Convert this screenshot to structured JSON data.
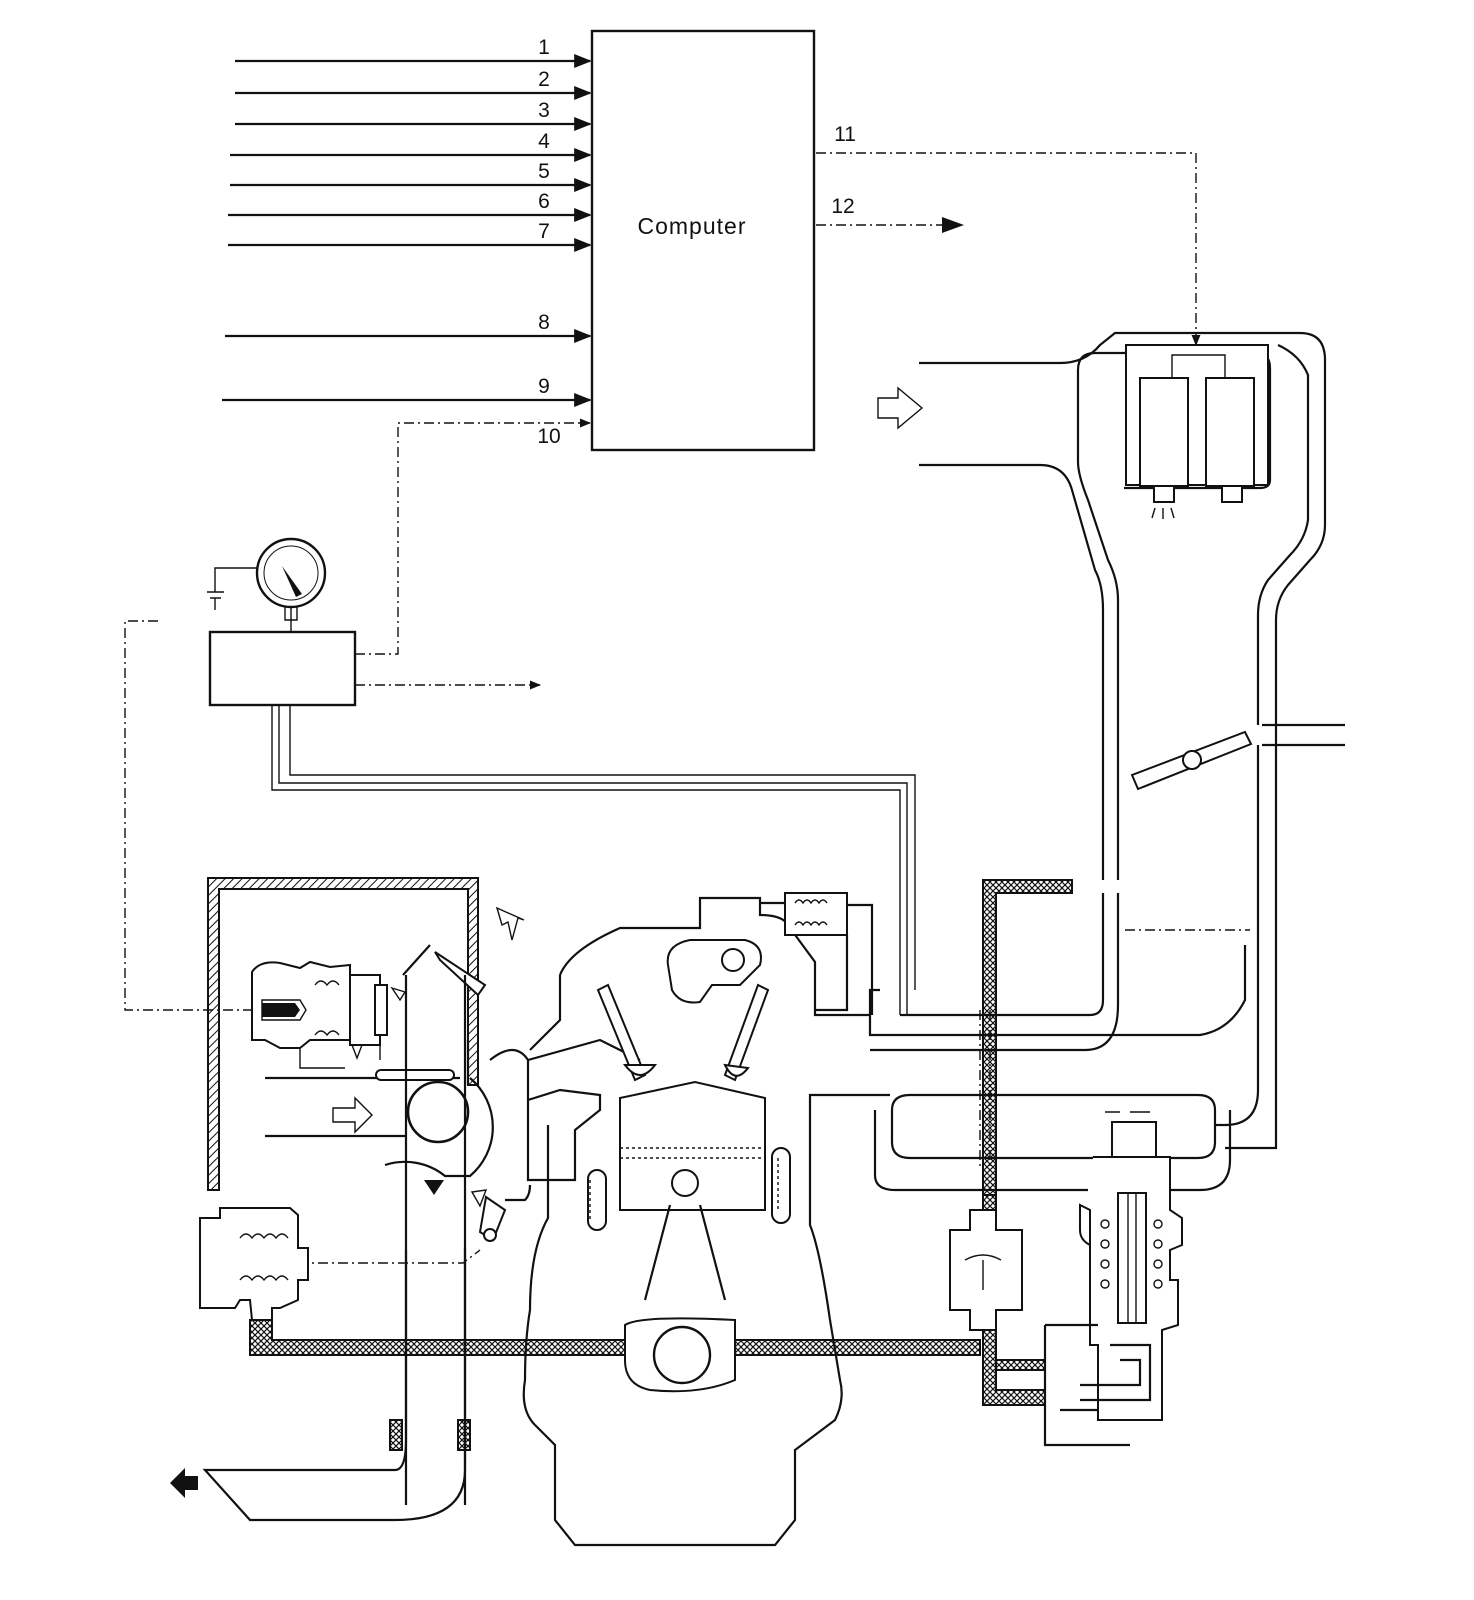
{
  "computer": {
    "label": "Computer"
  },
  "inputs": [
    {
      "label": "1"
    },
    {
      "label": "2"
    },
    {
      "label": "3"
    },
    {
      "label": "4"
    },
    {
      "label": "5"
    },
    {
      "label": "6"
    },
    {
      "label": "7"
    },
    {
      "label": "8"
    },
    {
      "label": "9"
    },
    {
      "label": "10"
    }
  ],
  "outputs": [
    {
      "label": "11"
    },
    {
      "label": "12"
    }
  ]
}
